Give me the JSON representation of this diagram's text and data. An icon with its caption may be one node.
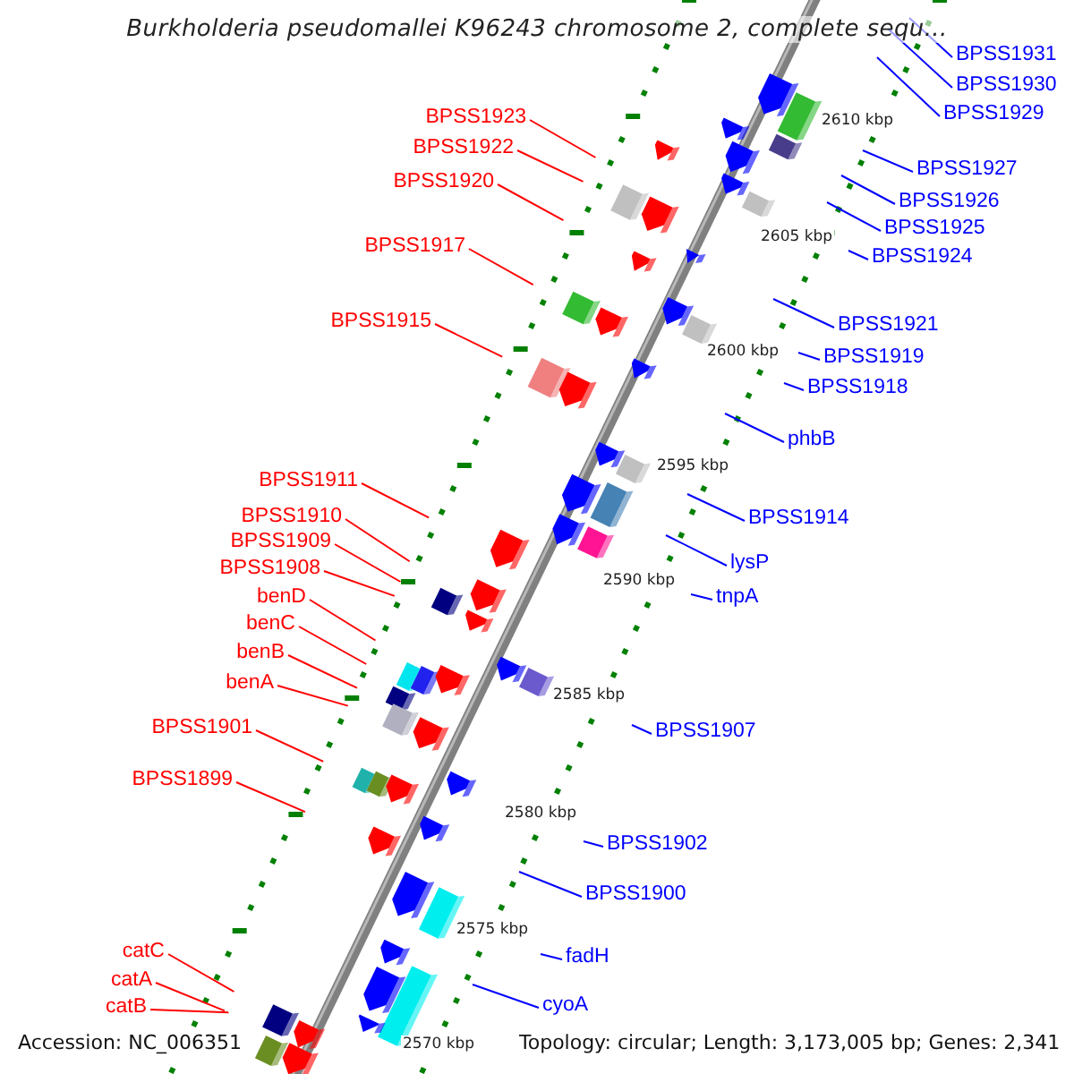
{
  "diagram": {
    "title": "Burkholderia pseudomallei K96243 chromosome 2, complete sequ...",
    "nodes": [
      {
        "text": [
          "BPSS1923"
        ]
      },
      {
        "text": [
          "BPSS1922"
        ]
      },
      {
        "text": [
          "BPSS1920"
        ]
      },
      {
        "text": [
          "BPSS1917"
        ]
      },
      {
        "text": [
          "BPSS1915"
        ]
      },
      {
        "text": [
          "BPSS1911"
        ]
      },
      {
        "text": [
          "BPSS1910"
        ]
      },
      {
        "text": [
          "BPSS1909"
        ]
      },
      {
        "text": [
          "BPSS1908"
        ]
      },
      {
        "text": [
          "benD"
        ]
      },
      {
        "text": [
          "benC"
        ]
      },
      {
        "text": [
          "benB"
        ]
      },
      {
        "text": [
          "benA"
        ]
      },
      {
        "text": [
          "BPSS1901"
        ]
      },
      {
        "text": [
          "BPSS1899"
        ]
      },
      {
        "text": [
          "catC"
        ]
      },
      {
        "text": [
          "catA"
        ]
      },
      {
        "text": [
          "catB"
        ]
      },
      {
        "text": [
          "BPSS1931"
        ]
      },
      {
        "text": [
          "BPSS1930"
        ]
      },
      {
        "text": [
          "BPSS1929"
        ]
      },
      {
        "text": [
          "BPSS1927"
        ]
      },
      {
        "text": [
          "BPSS1926"
        ]
      },
      {
        "text": [
          "BPSS1925"
        ]
      },
      {
        "text": [
          "BPSS1924"
        ]
      },
      {
        "text": [
          "BPSS1921"
        ]
      },
      {
        "text": [
          "BPSS1919"
        ]
      },
      {
        "text": [
          "BPSS1918"
        ]
      },
      {
        "text": [
          "phbB"
        ]
      },
      {
        "text": [
          "BPSS1914"
        ]
      },
      {
        "text": [
          "lysP"
        ]
      },
      {
        "text": [
          "tnpA"
        ]
      },
      {
        "text": [
          "BPSS1907"
        ]
      },
      {
        "text": [
          "BPSS1902"
        ]
      },
      {
        "text": [
          "BPSS1900"
        ]
      },
      {
        "text": [
          "fadH"
        ]
      },
      {
        "text": [
          "cyoA"
        ]
      }
    ],
    "edges": [
      {
        "from": 0,
        "to": null,
        "arrow": "none",
        "color": "#ff0000"
      },
      {
        "from": 1,
        "to": null,
        "arrow": "none",
        "color": "#ff0000"
      },
      {
        "from": 2,
        "to": null,
        "arrow": "none",
        "color": "#ff0000"
      },
      {
        "from": 3,
        "to": null,
        "arrow": "none",
        "color": "#ff0000"
      },
      {
        "from": 4,
        "to": null,
        "arrow": "none",
        "color": "#ff0000"
      },
      {
        "from": 5,
        "to": null,
        "arrow": "none",
        "color": "#ff0000"
      },
      {
        "from": 6,
        "to": null,
        "arrow": "none",
        "color": "#ff0000"
      },
      {
        "from": 7,
        "to": null,
        "arrow": "none",
        "color": "#ff0000"
      },
      {
        "from": 8,
        "to": null,
        "arrow": "none",
        "color": "#ff0000"
      },
      {
        "from": 9,
        "to": null,
        "arrow": "none",
        "color": "#ff0000"
      },
      {
        "from": 10,
        "to": null,
        "arrow": "none",
        "color": "#ff0000"
      },
      {
        "from": 11,
        "to": null,
        "arrow": "none",
        "color": "#ff0000"
      },
      {
        "from": 12,
        "to": null,
        "arrow": "none",
        "color": "#ff0000"
      },
      {
        "from": 13,
        "to": null,
        "arrow": "none",
        "color": "#ff0000"
      },
      {
        "from": 14,
        "to": null,
        "arrow": "none",
        "color": "#ff0000"
      },
      {
        "from": 15,
        "to": null,
        "arrow": "none",
        "color": "#ff0000"
      },
      {
        "from": 16,
        "to": null,
        "arrow": "none",
        "color": "#ff0000"
      },
      {
        "from": 17,
        "to": null,
        "arrow": "none",
        "color": "#ff0000"
      },
      {
        "from": 18,
        "to": null,
        "arrow": "none"
      },
      {
        "from": 19,
        "to": null,
        "arrow": "none"
      },
      {
        "from": 20,
        "to": null,
        "arrow": "none"
      },
      {
        "from": 21,
        "to": null,
        "arrow": "none"
      },
      {
        "from": 22,
        "to": null,
        "arrow": "none"
      },
      {
        "from": 23,
        "to": null,
        "arrow": "none"
      },
      {
        "from": 24,
        "to": null,
        "arrow": "none"
      },
      {
        "from": 25,
        "to": null,
        "arrow": "none"
      },
      {
        "from": 26,
        "to": null,
        "arrow": "none"
      },
      {
        "from": 27,
        "to": null,
        "arrow": "none"
      },
      {
        "from": 28,
        "to": null,
        "arrow": "none"
      },
      {
        "from": 29,
        "to": null,
        "arrow": "none"
      },
      {
        "from": 30,
        "to": null,
        "arrow": "none"
      },
      {
        "from": 31,
        "to": null,
        "arrow": "none"
      },
      {
        "from": 32,
        "to": null,
        "arrow": "none"
      },
      {
        "from": 33,
        "to": null,
        "arrow": "none"
      },
      {
        "from": 34,
        "to": null,
        "arrow": "none"
      },
      {
        "from": 35,
        "to": null,
        "arrow": "none"
      },
      {
        "from": 36,
        "to": null,
        "arrow": "none"
      }
    ],
    "labels": [
      "2610 kbp",
      "2605 kbp",
      "2600 kbp",
      "2595 kbp",
      "2590 kbp",
      "2585 kbp",
      "2580 kbp",
      "2575 kbp",
      "2570 kbp",
      "Accession: NC_006351",
      "Topology: circular; Length: 3,173,005 bp; Genes: 2,341"
    ]
  }
}
